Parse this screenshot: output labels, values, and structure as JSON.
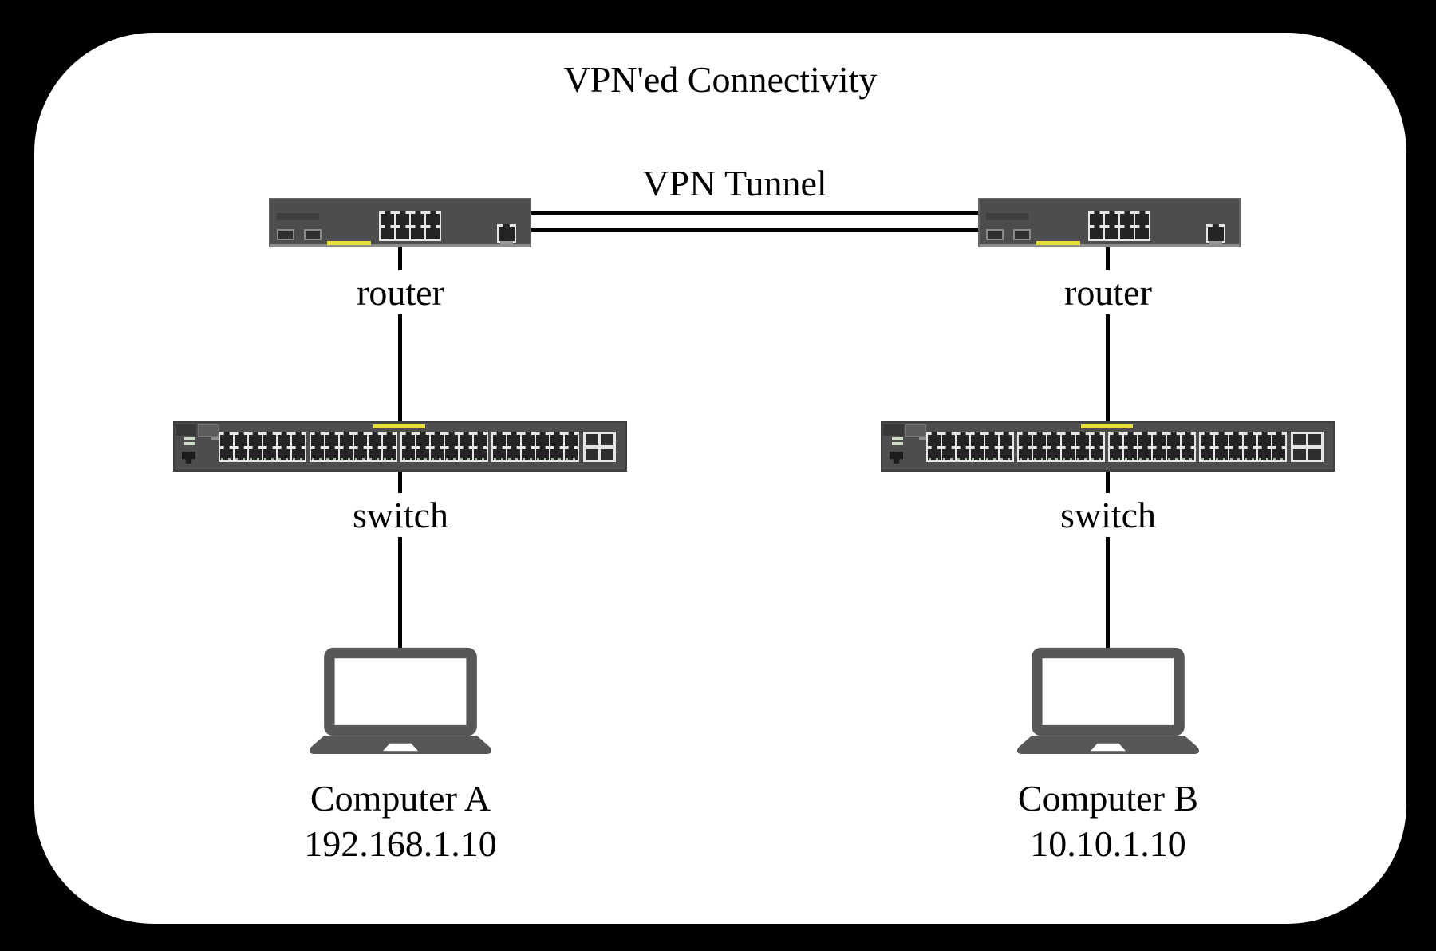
{
  "title": "VPN'ed Connectivity",
  "tunnel": {
    "label": "VPN Tunnel"
  },
  "sites": {
    "left": {
      "router_label": "router",
      "switch_label": "switch",
      "computer": {
        "name": "Computer A",
        "ip": "192.168.1.10"
      }
    },
    "right": {
      "router_label": "router",
      "switch_label": "switch",
      "computer": {
        "name": "Computer B",
        "ip": "10.10.1.10"
      }
    }
  },
  "colors": {
    "background": "#000000",
    "canvas": "#ffffff",
    "chassis": "#4d4d4d",
    "accent": "#e8df3a",
    "port_frame": "#e6e6e6",
    "port": "#242424",
    "led": "#9fb89b",
    "laptop": "#575757",
    "line": "#000000"
  }
}
